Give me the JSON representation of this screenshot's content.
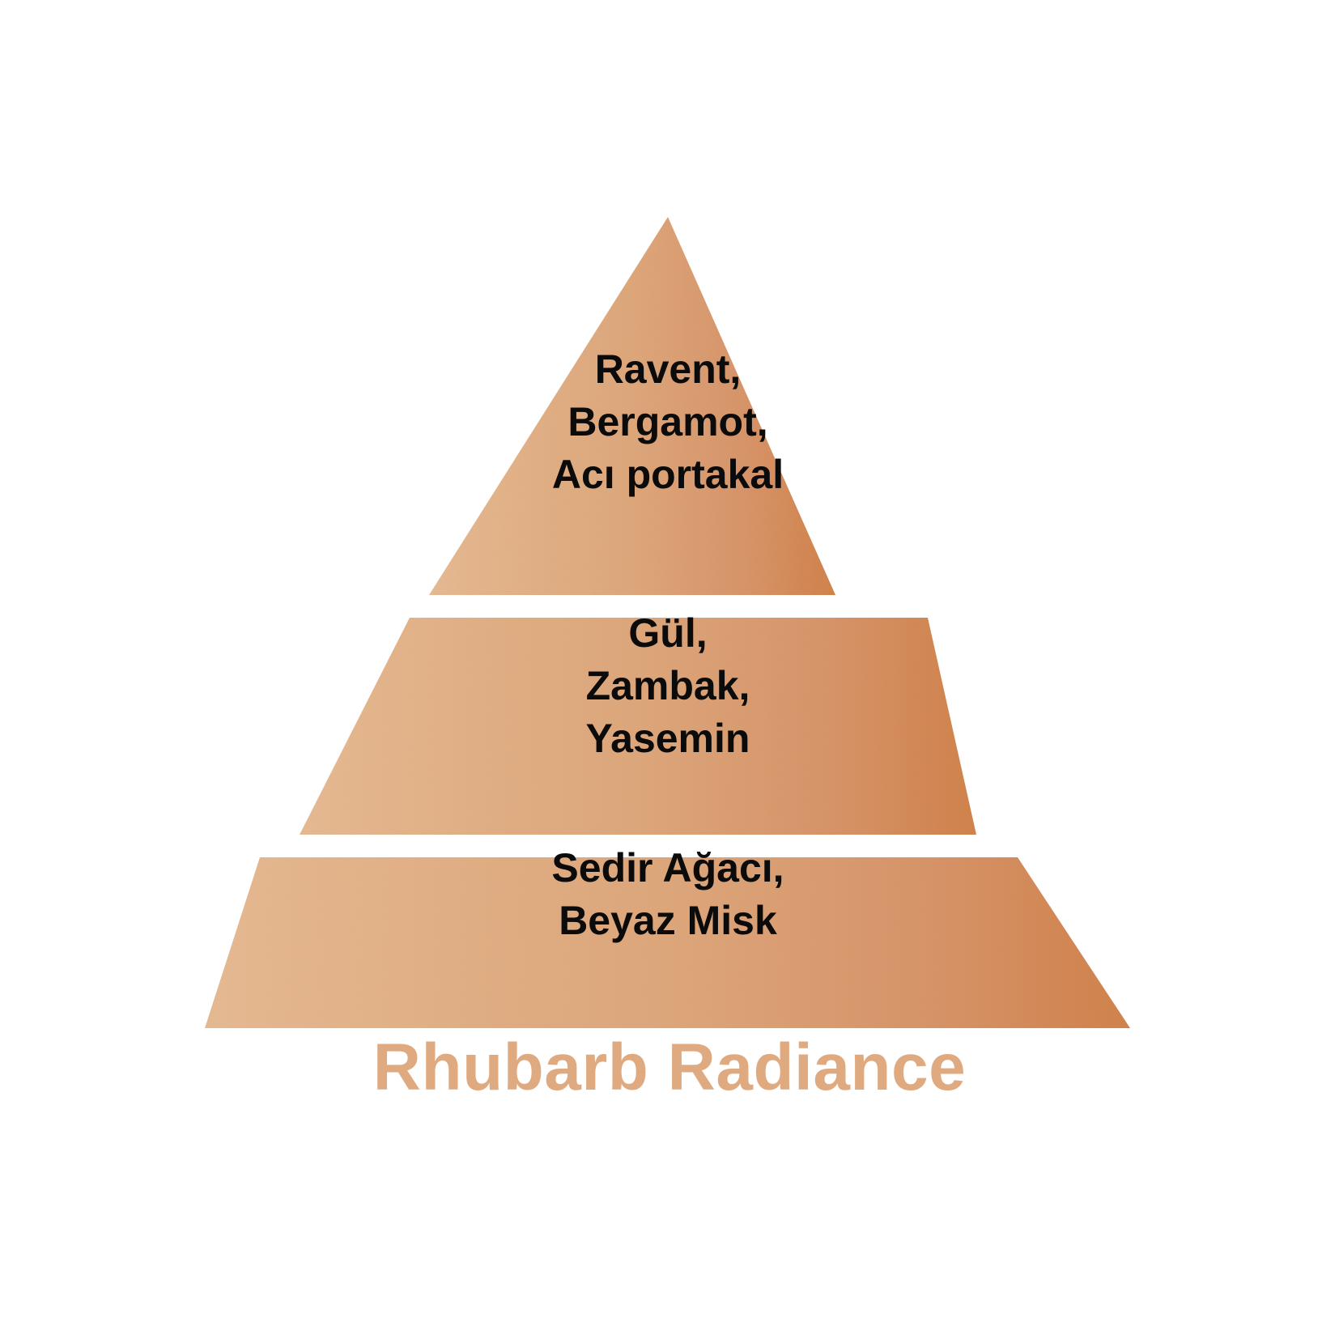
{
  "diagram": {
    "kind": "fragrance-note-pyramid",
    "background_color": "#ffffff",
    "tier_text_color": "#0b0b0b",
    "gradient_left_color": "#e6b990",
    "gradient_mid_color": "#e0ab80",
    "gradient_right_color": "#d3864e"
  },
  "tiers": {
    "top": {
      "name": "top-notes",
      "notes": [
        "Ravent,",
        "Bergamot,",
        "Acı portakal"
      ],
      "text": "Ravent,\nBergamot,\nAcı portakal"
    },
    "middle": {
      "name": "heart-notes",
      "notes": [
        "Gül,",
        "Zambak,",
        "Yasemin"
      ],
      "text": "Gül,\nZambak,\nYasemin"
    },
    "bottom": {
      "name": "base-notes",
      "notes": [
        "Sedir Ağacı,",
        "Beyaz Misk"
      ],
      "text": "Sedir Ağacı,\nBeyaz Misk"
    }
  },
  "caption": {
    "title": "Rhubarb Radiance",
    "color": "#e0aa81"
  }
}
